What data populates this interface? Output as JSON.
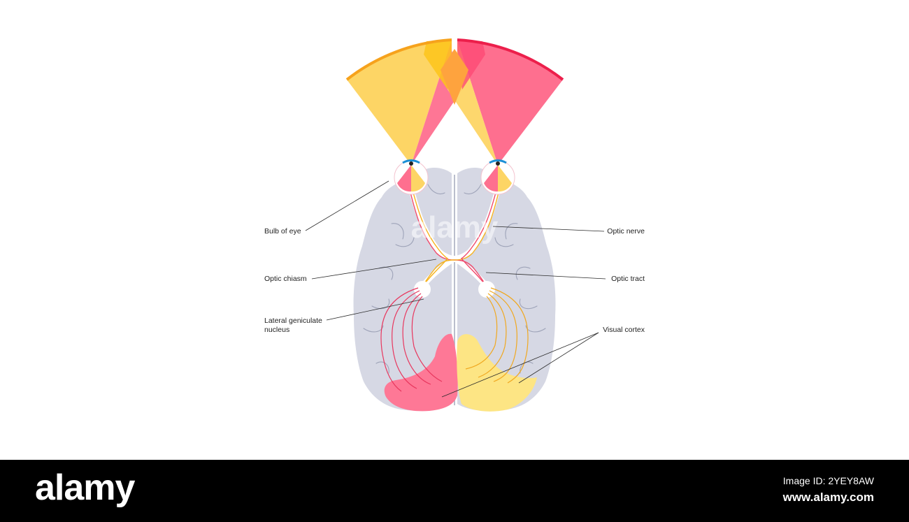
{
  "labels": {
    "bulb_of_eye": "Bulb of eye",
    "optic_chiasm": "Optic chiasm",
    "lateral_geniculate_line1": "Lateral geniculate",
    "lateral_geniculate_line2": "nucleus",
    "optic_nerve": "Optic nerve",
    "optic_tract": "Optic tract",
    "visual_cortex": "Visual cortex"
  },
  "watermark": "alamy",
  "footer": {
    "logo": "alamy",
    "image_id": "Image ID: 2YEY8AW",
    "url": "www.alamy.com"
  },
  "colors": {
    "left_field": "#fdd565",
    "right_field": "#fe6f8f",
    "brain": "#d6d8e4",
    "iris": "#22a6e8"
  }
}
